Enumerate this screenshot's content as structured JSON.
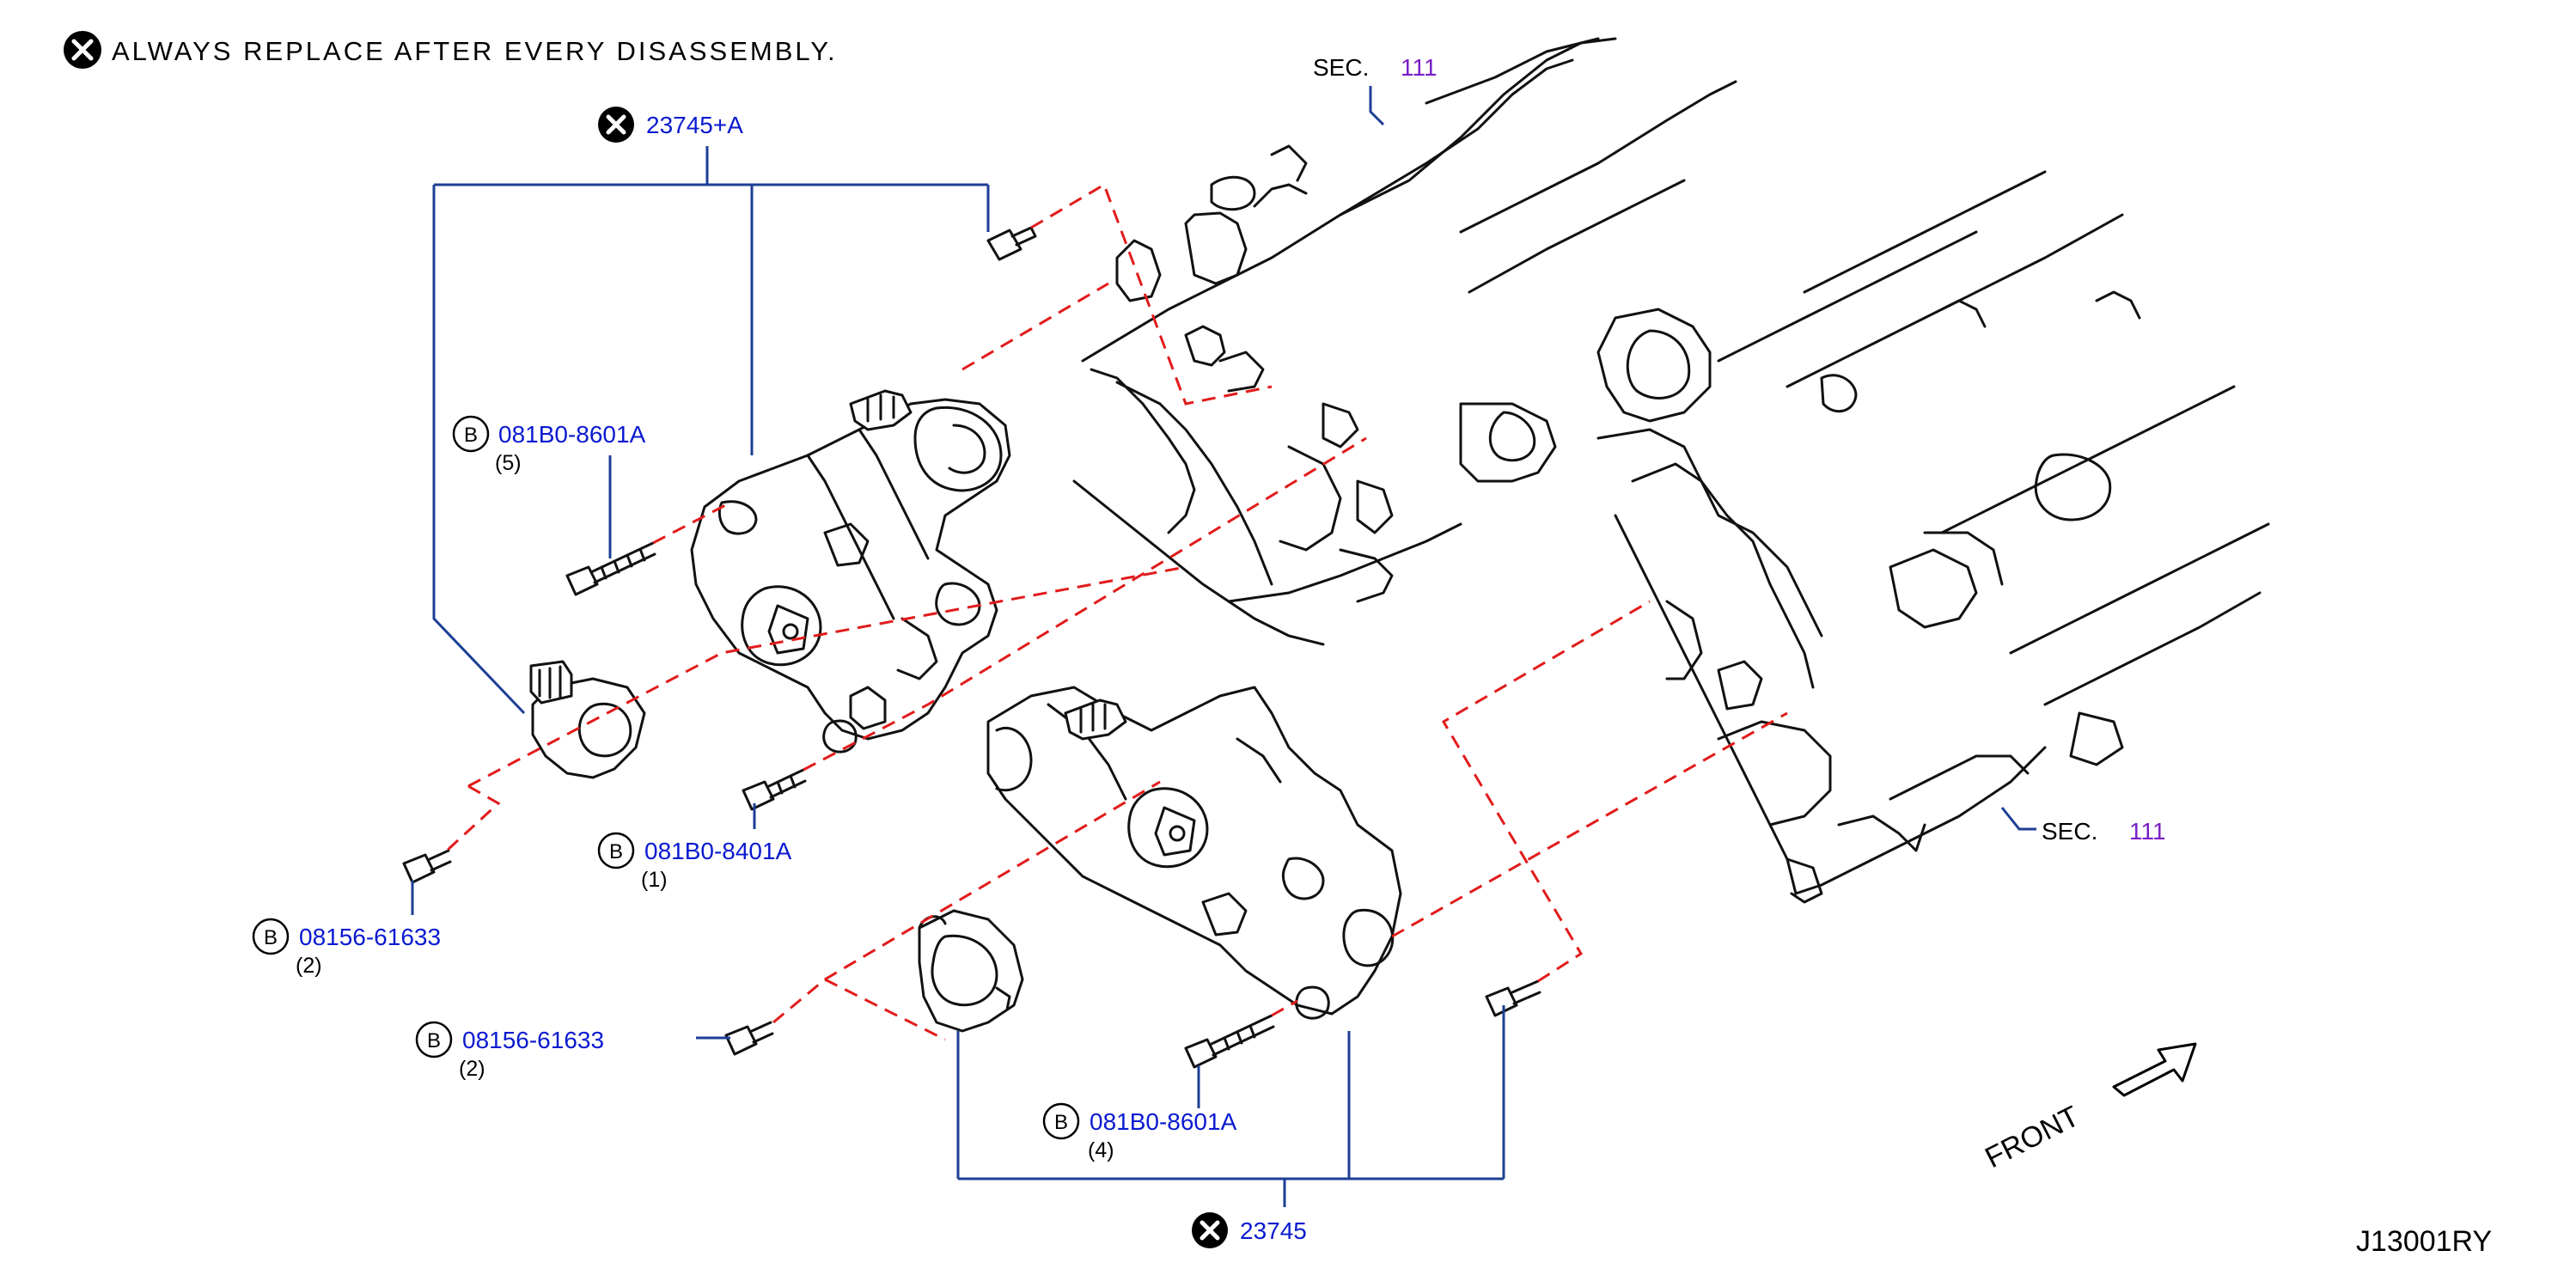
{
  "note": {
    "text": "ALWAYS REPLACE AFTER EVERY DISASSEMBLY.",
    "icon": "x-circle-icon"
  },
  "callouts": {
    "upper_kit": {
      "part_number": "23745+A",
      "icon": "x-circle-icon"
    },
    "lower_kit": {
      "part_number": "23745",
      "icon": "x-circle-icon"
    },
    "bolt_upper_long": {
      "badge": "B",
      "part_number": "081B0-8601A",
      "qty": "(5)"
    },
    "bolt_upper_mid": {
      "badge": "B",
      "part_number": "081B0-8401A",
      "qty": "(1)"
    },
    "bolt_upper_short": {
      "badge": "B",
      "part_number": "08156-61633",
      "qty": "(2)"
    },
    "bolt_lower_short": {
      "badge": "B",
      "part_number": "08156-61633",
      "qty": "(2)"
    },
    "bolt_lower_long": {
      "badge": "B",
      "part_number": "081B0-8601A",
      "qty": "(4)"
    }
  },
  "section_refs": [
    {
      "prefix": "SEC.",
      "number": "111"
    },
    {
      "prefix": "SEC.",
      "number": "111"
    }
  ],
  "front_label": "FRONT",
  "diagram_code": "J13001RY",
  "colors": {
    "part_number": "#0a1ad0",
    "section_number": "#7a1ec8",
    "leader_line": "#1c3f95",
    "assembly_path": "#e21b1b",
    "outline": "#111111"
  }
}
